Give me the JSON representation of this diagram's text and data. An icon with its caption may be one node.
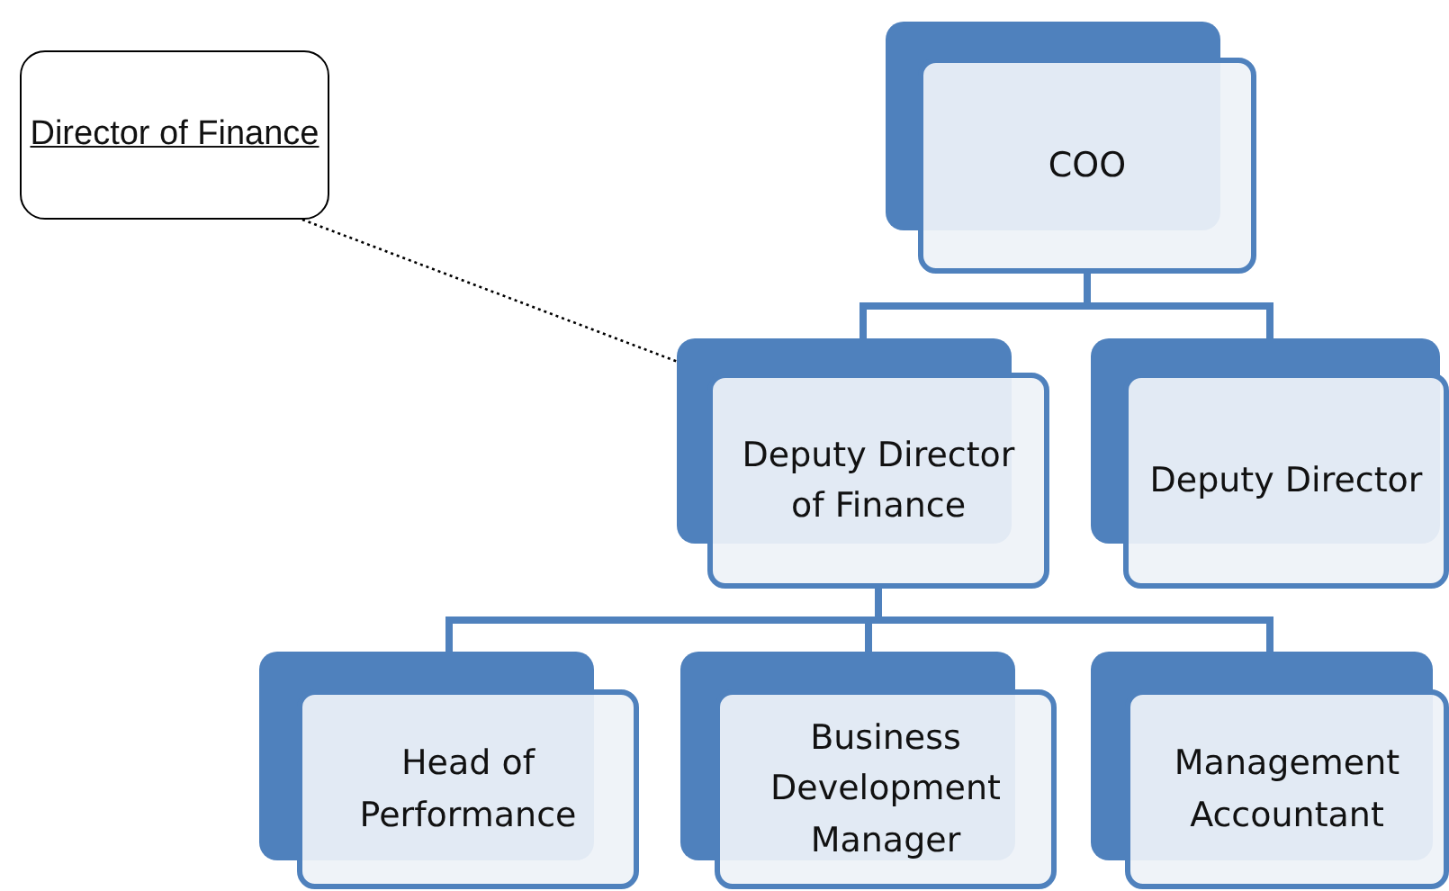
{
  "diagram": {
    "nodes": [
      {
        "text": [
          "Director of Finance"
        ]
      },
      {
        "text": [
          "COO"
        ]
      },
      {
        "text": [
          "Deputy Director of Finance"
        ]
      },
      {
        "text": [
          "Deputy Director"
        ]
      },
      {
        "text": [
          "Head of Performance"
        ]
      },
      {
        "text": [
          "Business Development Manager"
        ]
      },
      {
        "text": [
          "Management Accountant"
        ]
      }
    ],
    "edges": [
      {
        "from": 0,
        "to": 2,
        "arrow": "none",
        "style": "dashed",
        "color": "#000000"
      },
      {
        "from": 1,
        "to": 2,
        "arrow": "none"
      },
      {
        "from": 1,
        "to": 3,
        "arrow": "none"
      },
      {
        "from": 2,
        "to": 4,
        "arrow": "none"
      },
      {
        "from": 2,
        "to": 5,
        "arrow": "none"
      },
      {
        "from": 2,
        "to": 6,
        "arrow": "none"
      }
    ]
  }
}
